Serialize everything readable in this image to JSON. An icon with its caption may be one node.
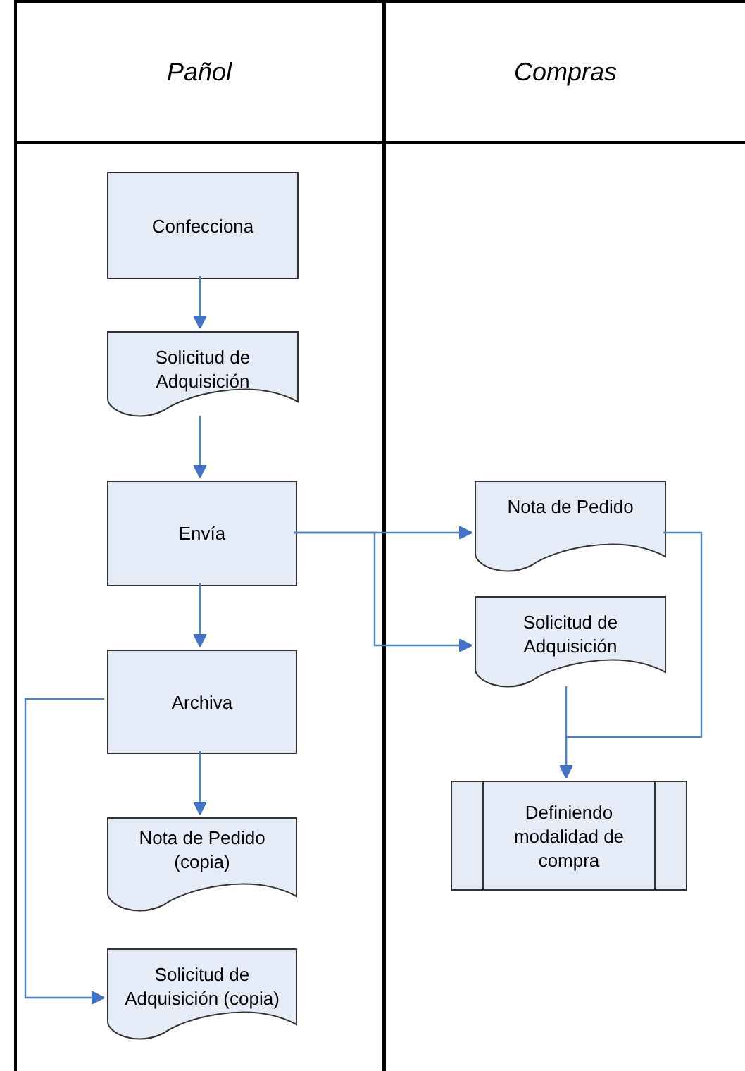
{
  "diagram": {
    "nodes": [
      {
        "text": [
          "Pañol"
        ]
      },
      {
        "text": [
          "Compras"
        ]
      },
      {
        "text": [
          "Confecciona"
        ],
        "in": 0
      },
      {
        "text": [
          "Solicitud de Adquisición"
        ],
        "in": 0
      },
      {
        "text": [
          "Envía"
        ],
        "in": 0
      },
      {
        "text": [
          "Archiva"
        ],
        "in": 0
      },
      {
        "text": [
          "Nota de Pedido (copia)"
        ],
        "in": 0
      },
      {
        "text": [
          "Solicitud de Adquisición (copia)"
        ],
        "in": 0
      },
      {
        "text": [
          "Nota de Pedido"
        ],
        "in": 1
      },
      {
        "text": [
          "Solicitud de Adquisición"
        ],
        "in": 1
      },
      {
        "text": [
          "Definiendo modalidad de compra"
        ],
        "in": 1
      }
    ],
    "edges": [
      {
        "from": 2,
        "to": 3,
        "arrow": "to"
      },
      {
        "from": 3,
        "to": 4,
        "arrow": "to"
      },
      {
        "from": 4,
        "to": 8,
        "arrow": "to"
      },
      {
        "from": 4,
        "to": 9,
        "arrow": "to"
      },
      {
        "from": 4,
        "to": 5,
        "arrow": "to"
      },
      {
        "from": 5,
        "to": 6,
        "arrow": "to"
      },
      {
        "from": 5,
        "to": 7,
        "arrow": "to"
      },
      {
        "from": 8,
        "to": 10,
        "arrow": "to"
      },
      {
        "from": 9,
        "to": 10,
        "arrow": "to"
      }
    ]
  }
}
